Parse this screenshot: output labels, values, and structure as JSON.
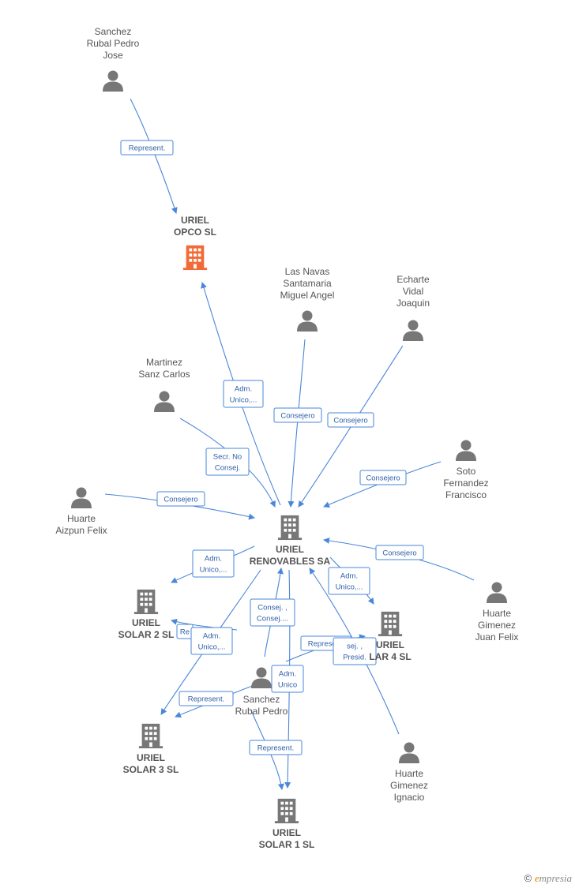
{
  "colors": {
    "edge": "#4a87d8",
    "person": "#777777",
    "company": "#777777",
    "highlight": "#f26a35"
  },
  "nodes": {
    "p_sanchez_top": {
      "label": [
        "Sanchez",
        "Rubal Pedro",
        "Jose"
      ],
      "icon": "person-icon"
    },
    "c_opco": {
      "label": [
        "URIEL",
        "OPCO  SL"
      ],
      "icon": "building-icon",
      "highlight": true
    },
    "p_lasnavas": {
      "label": [
        "Las Navas",
        "Santamaria",
        "Miguel Angel"
      ],
      "icon": "person-icon"
    },
    "p_echarte": {
      "label": [
        "Echarte",
        "Vidal",
        "Joaquin"
      ],
      "icon": "person-icon"
    },
    "p_martinez": {
      "label": [
        "Martinez",
        "Sanz Carlos"
      ],
      "icon": "person-icon"
    },
    "p_soto": {
      "label": [
        "Soto",
        "Fernandez",
        "Francisco"
      ],
      "icon": "person-icon"
    },
    "p_huarte_aizpun": {
      "label": [
        "Huarte",
        "Aizpun Felix"
      ],
      "icon": "person-icon"
    },
    "c_renovables": {
      "label": [
        "URIEL",
        "RENOVABLES SA"
      ],
      "icon": "building-icon"
    },
    "p_huarte_juan": {
      "label": [
        "Huarte",
        "Gimenez",
        "Juan Felix"
      ],
      "icon": "person-icon"
    },
    "c_solar2": {
      "label": [
        "URIEL",
        "SOLAR 2  SL"
      ],
      "icon": "building-icon"
    },
    "c_solar4": {
      "label": [
        "URIEL",
        "LAR 4  SL"
      ],
      "icon": "building-icon"
    },
    "p_sanchez_mid": {
      "label": [
        "Sanchez",
        "Rubal Pedro"
      ],
      "icon": "person-icon"
    },
    "c_solar3": {
      "label": [
        "URIEL",
        "SOLAR 3  SL"
      ],
      "icon": "building-icon"
    },
    "p_huarte_ignacio": {
      "label": [
        "Huarte",
        "Gimenez",
        "Ignacio"
      ],
      "icon": "person-icon"
    },
    "c_solar1": {
      "label": [
        "URIEL",
        "SOLAR 1  SL"
      ],
      "icon": "building-icon"
    }
  },
  "edges": [
    {
      "label": [
        "Represent."
      ]
    },
    {
      "label": [
        "Adm.",
        "Unico,..."
      ]
    },
    {
      "label": [
        "Consejero"
      ]
    },
    {
      "label": [
        "Consejero"
      ]
    },
    {
      "label": [
        "Secr.  No",
        "Consej."
      ]
    },
    {
      "label": [
        "Consejero"
      ]
    },
    {
      "label": [
        "Consejero"
      ]
    },
    {
      "label": [
        "Consejero"
      ]
    },
    {
      "label": [
        "Adm.",
        "Unico,..."
      ]
    },
    {
      "label": [
        "Adm.",
        "Unico,..."
      ]
    },
    {
      "label": [
        "Consej. ,",
        "Consej...."
      ]
    },
    {
      "label": [
        "Re"
      ]
    },
    {
      "label": [
        "Adm.",
        "Unico,..."
      ]
    },
    {
      "label": [
        "Represent."
      ]
    },
    {
      "label": [
        "Represent."
      ]
    },
    {
      "label": [
        "sej. ,",
        "Presid."
      ]
    },
    {
      "label": [
        "Adm.",
        "Unico"
      ]
    },
    {
      "label": [
        "Represent."
      ]
    }
  ],
  "footer": {
    "copyright": "©",
    "brand_e": "e",
    "brand_rest": "mpresia"
  }
}
